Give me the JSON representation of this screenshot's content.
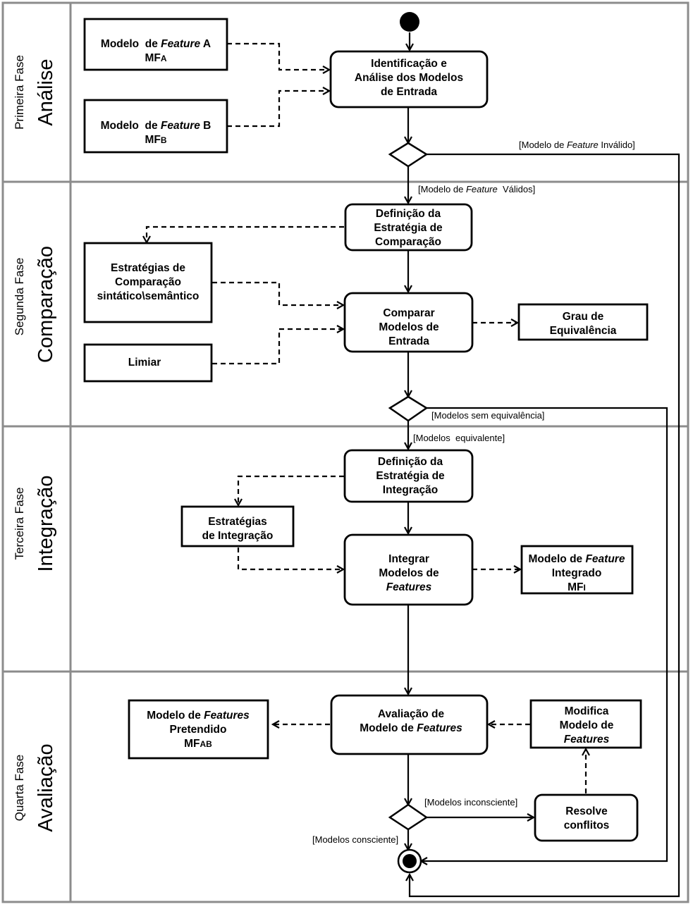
{
  "lanes": {
    "phase1": {
      "sub": "Primeira Fase",
      "main": "Análise"
    },
    "phase2": {
      "sub": "Segunda Fase",
      "main": "Comparação"
    },
    "phase3": {
      "sub": "Terceira Fase",
      "main": "Integração"
    },
    "phase4": {
      "sub": "Quarta Fase",
      "main": "Avaliação"
    }
  },
  "nodes": {
    "model_a": {
      "line1_a": "Modelo  de ",
      "line1_b": "Feature",
      "line1_c": " A",
      "line2_a": "MF",
      "line2_b": "A"
    },
    "model_b": {
      "line1_a": "Modelo  de ",
      "line1_b": "Feature",
      "line1_c": " B",
      "line2_a": "MF",
      "line2_b": "B"
    },
    "identify": {
      "line1": "Identificação  e",
      "line2": "Análise dos Modelos",
      "line3": "de Entrada"
    },
    "def_compare": {
      "line1": "Definição  da",
      "line2": "Estratégia de",
      "line3": "Comparação"
    },
    "compare_strategies": {
      "line1": "Estratégias de",
      "line2": "Comparação",
      "line3": "sintático\\semântico"
    },
    "threshold": {
      "line1": "Limiar"
    },
    "compare": {
      "line1": "Comparar",
      "line2": "Modelos de",
      "line3": "Entrada"
    },
    "equivalence": {
      "line1": "Grau de",
      "line2": "Equivalência"
    },
    "def_integration": {
      "line1": "Definição  da",
      "line2": "Estratégia de",
      "line3": "Integração"
    },
    "integration_strategies": {
      "line1": "Estratégias",
      "line2": "de Integração"
    },
    "integrate": {
      "line1": "Integrar",
      "line2": "Modelos  de",
      "line3": "Features"
    },
    "integrated_model": {
      "line1_a": "Modelo de ",
      "line1_b": "Feature",
      "line2": "Integrado",
      "line3_a": "MF",
      "line3_b": "I"
    },
    "evaluate": {
      "line1": "Avaliação  de",
      "line2_a": "Modelo de ",
      "line2_b": "Features"
    },
    "intended_model": {
      "line1_a": "Modelo de ",
      "line1_b": "Features",
      "line2": "Pretendido",
      "line3_a": "MF",
      "line3_b": "AB"
    },
    "modify": {
      "line1": "Modifica",
      "line2": "Modelo de",
      "line3": "Features"
    },
    "resolve": {
      "line1": "Resolve",
      "line2": "conflitos"
    }
  },
  "guards": {
    "invalid_a": "[Modelo de ",
    "invalid_b": "Feature",
    "invalid_c": " Inválido]",
    "valid_a": "[Modelo de ",
    "valid_b": "Feature",
    "valid_c": "  Válidos]",
    "no_equiv": "[Modelos sem equivalência]",
    "equiv": "[Modelos  equivalente]",
    "inconsistent": "[Modelos inconsciente]",
    "consistent": "[Modelos consciente]"
  }
}
